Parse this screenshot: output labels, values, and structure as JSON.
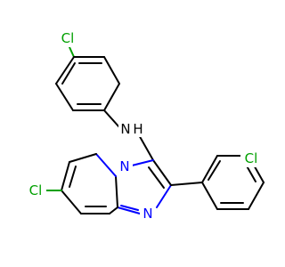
{
  "molecule": {
    "atom_labels": {
      "cl_top": "Cl",
      "cl_left": "Cl",
      "cl_right": "Cl",
      "nh": "N",
      "nh_h": "H",
      "n_bridge": "N",
      "n_imine": "N"
    },
    "colors": {
      "bond": "#000000",
      "nitrogen": "#0000ff",
      "chlorine": "#00a000",
      "background": "#ffffff"
    }
  }
}
